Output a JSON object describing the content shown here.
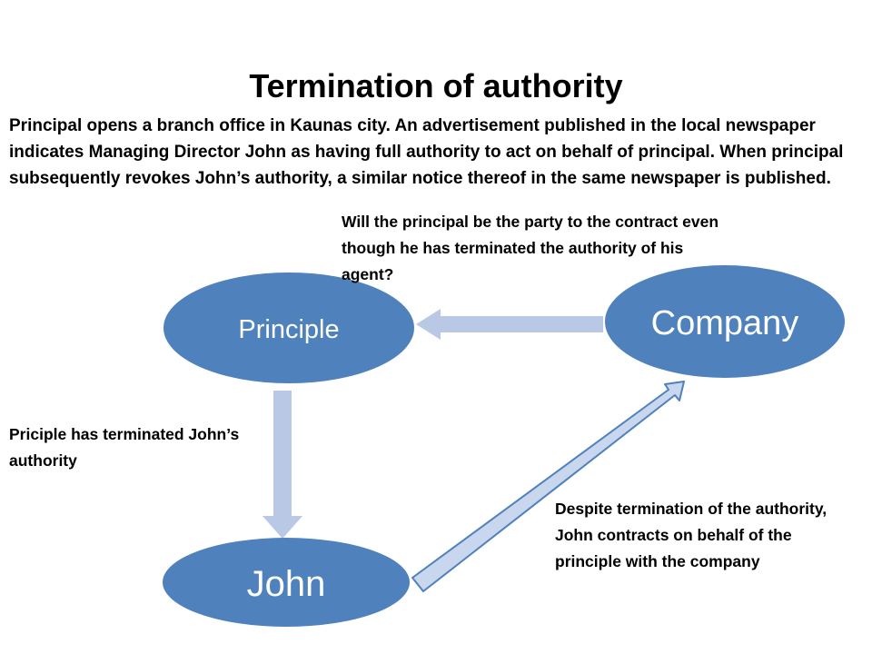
{
  "title": "Termination of authority",
  "intro": "Principal opens a branch office in Kaunas city. An advertisement published in the local newspaper indicates Managing Director John as having full authority to act on behalf of principal. When principal subsequently revokes John’s authority, a similar notice thereof in the same newspaper is published.",
  "question": "Will the principal be the party to the contract even though he has terminated the authority of his agent?",
  "notes": {
    "left": "Priciple has terminated John’s authority",
    "right": "Despite termination of the authority, John contracts on behalf of the principle with the company"
  },
  "nodes": {
    "principle": "Principle",
    "company": "Company",
    "john": "John"
  },
  "colors": {
    "node_fill": "#4f81bd",
    "arrow_fill": "#b9c9e5",
    "arrow_stroke": "#4f81bd",
    "text": "#000000",
    "node_text": "#ffffff"
  }
}
